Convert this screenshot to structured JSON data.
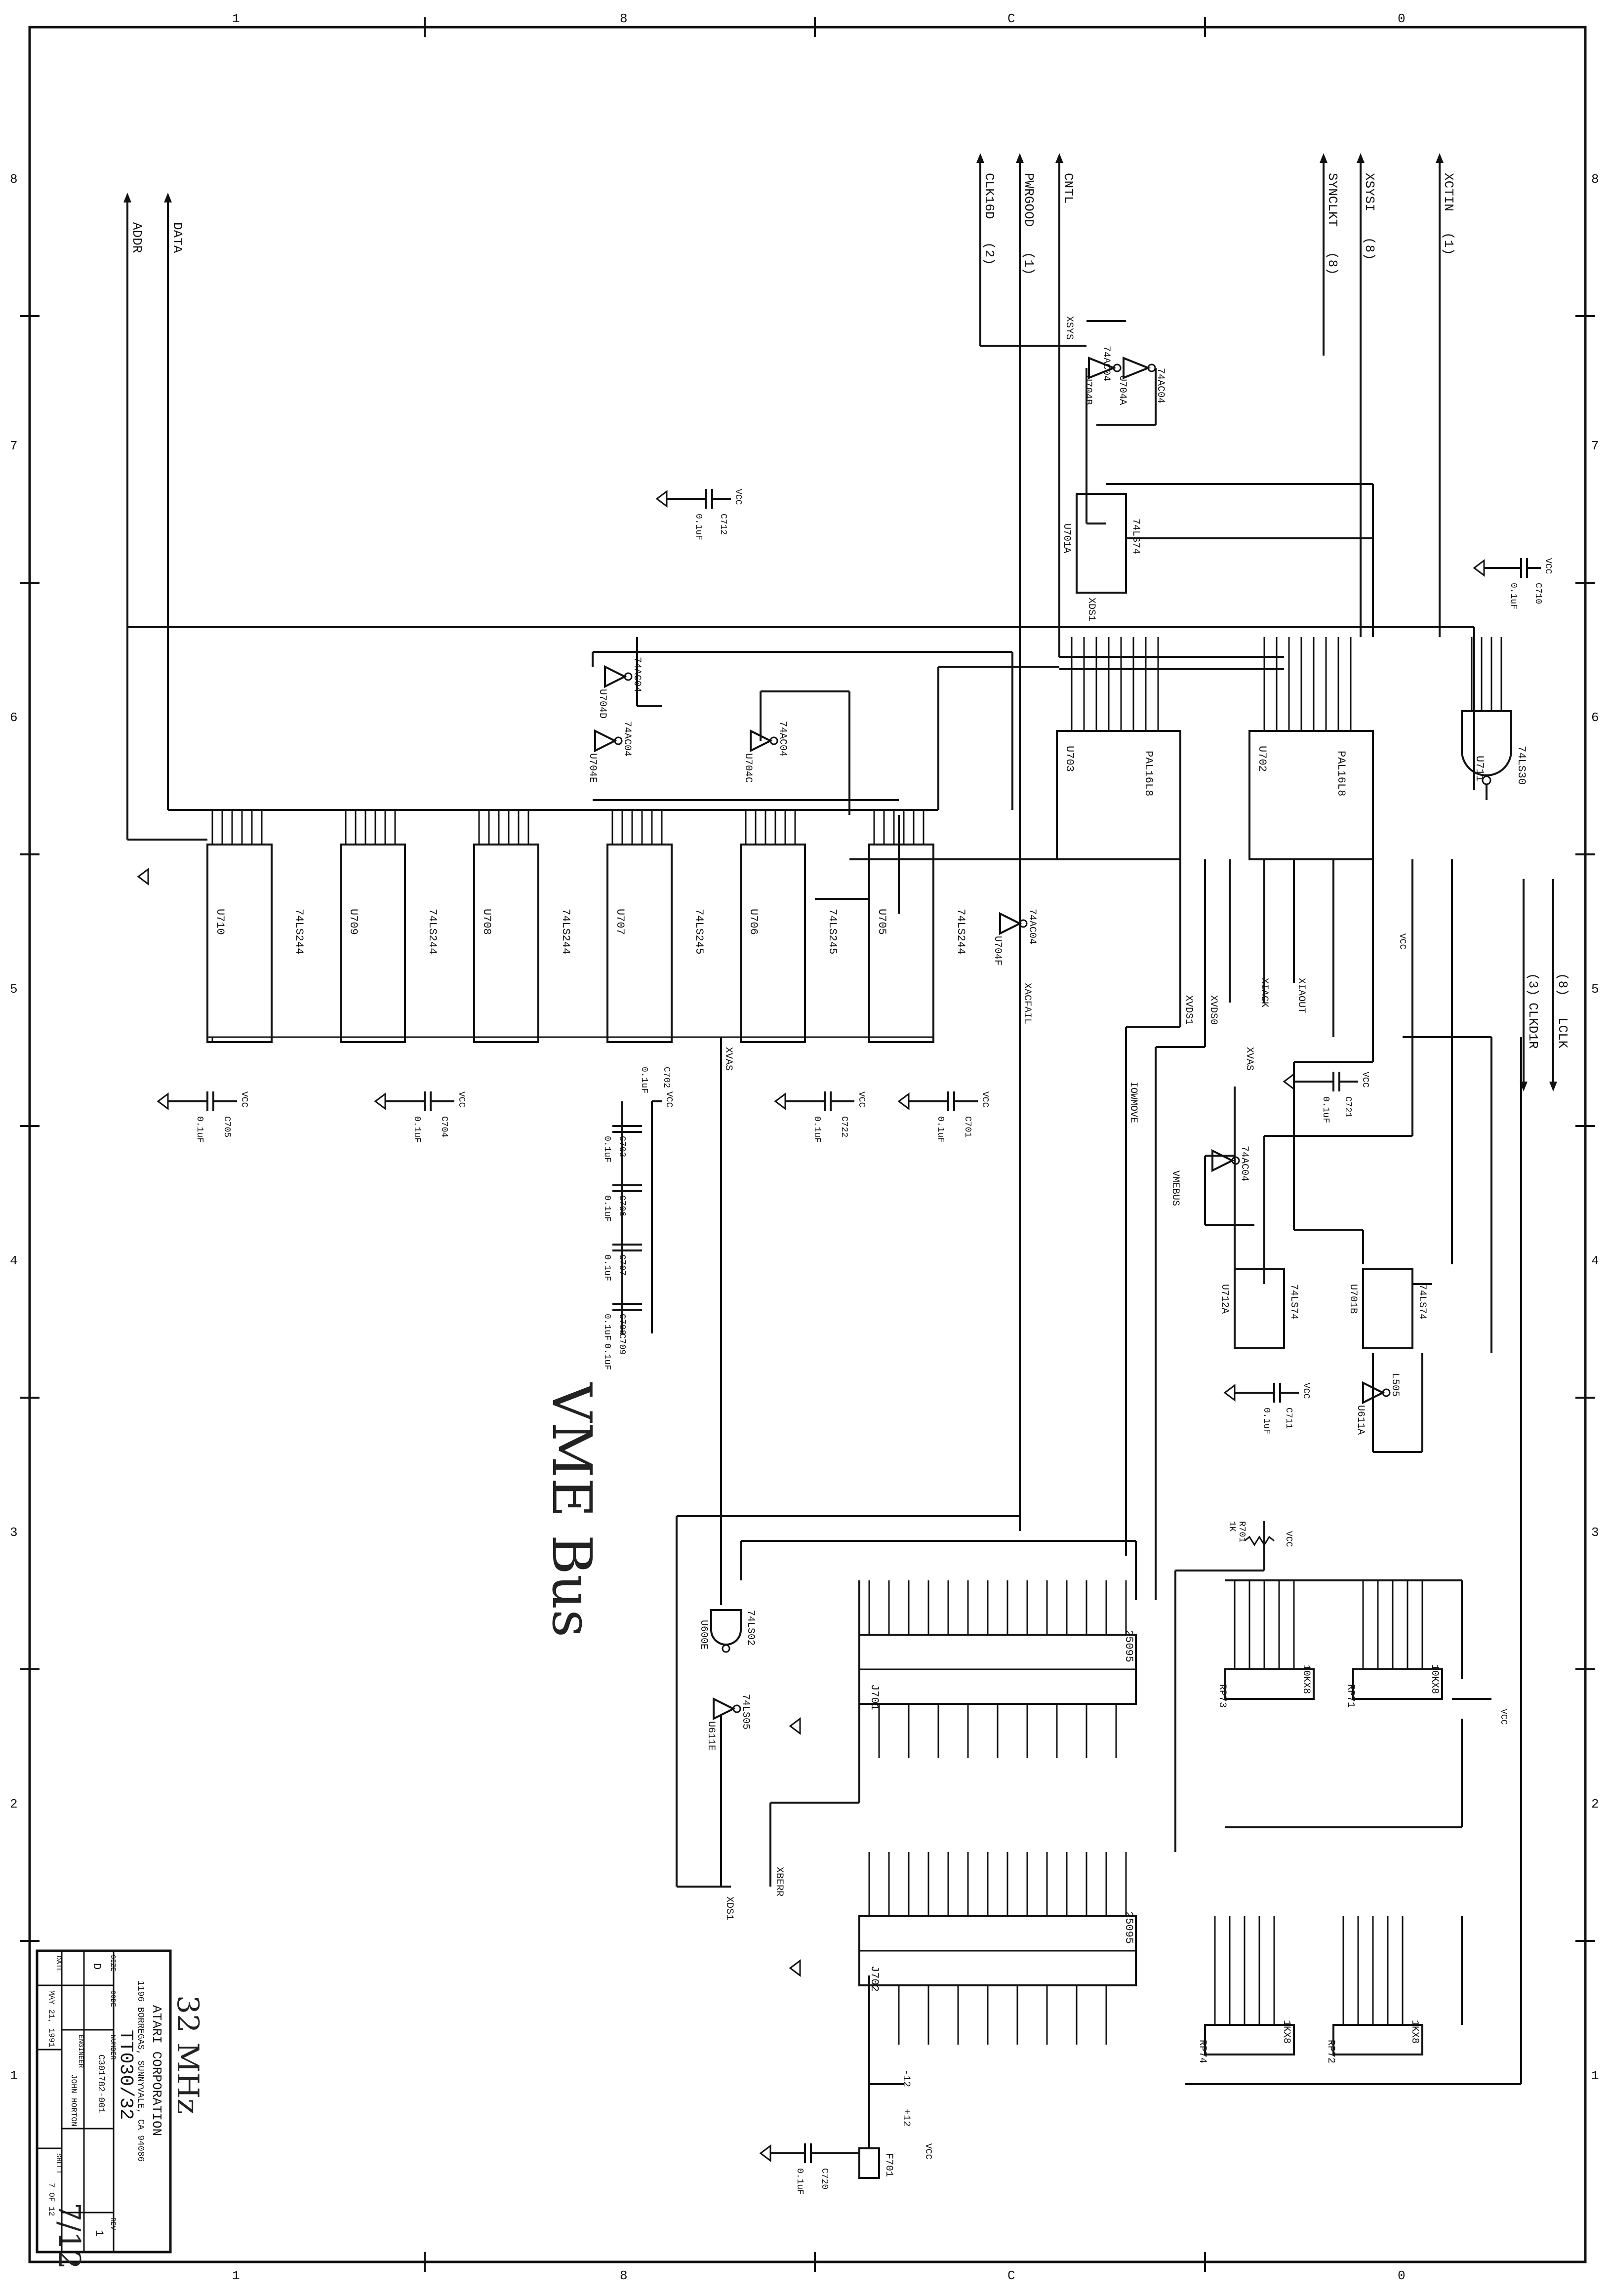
{
  "border": {
    "top_zone_numbers": [
      "1",
      "8",
      "C",
      "0"
    ],
    "bottom_zone_numbers": [
      "1",
      "8",
      "C",
      "0"
    ],
    "side_zone_numbers": [
      "8",
      "7",
      "6",
      "5",
      "4",
      "3",
      "2",
      "1"
    ]
  },
  "signals": [
    {
      "label": "ADDR",
      "suffix": ""
    },
    {
      "label": "DATA",
      "suffix": ""
    },
    {
      "label": "CLK16D",
      "suffix": "(2)"
    },
    {
      "label": "PWRGOOD",
      "suffix": "(1)"
    },
    {
      "label": "CNTL",
      "suffix": ""
    },
    {
      "label": "SYNCLKT",
      "suffix": "(8)"
    },
    {
      "label": "XSYSI",
      "suffix": "(8)"
    },
    {
      "label": "XCTIN",
      "suffix": "(1)"
    },
    {
      "label": "CLKD1R",
      "suffix": "(3)"
    },
    {
      "label": "LCLK",
      "suffix": "(8)"
    }
  ],
  "components": {
    "u701a": {
      "ref": "U701A",
      "type": "74LS74"
    },
    "u701b": {
      "ref": "U701B",
      "type": "74LS74"
    },
    "u702": {
      "ref": "U702",
      "type": "PAL16L8"
    },
    "u703": {
      "ref": "U703",
      "type": "PAL16L8"
    },
    "u704a": {
      "ref": "U704A",
      "type": "74AC04"
    },
    "u704b": {
      "ref": "U704B",
      "type": "74AC04"
    },
    "u704c": {
      "ref": "U704C",
      "type": "74AC04"
    },
    "u704d": {
      "ref": "U704D",
      "type": "74AC04"
    },
    "u704e": {
      "ref": "U704E",
      "type": "74AC04"
    },
    "u704f": {
      "ref": "U704F",
      "type": "74AC04"
    },
    "u705": {
      "ref": "U705",
      "type": "74LS244"
    },
    "u706": {
      "ref": "U706",
      "type": "74LS245"
    },
    "u707": {
      "ref": "U707",
      "type": "74LS245"
    },
    "u708": {
      "ref": "U708",
      "type": "74LS244"
    },
    "u709": {
      "ref": "U709",
      "type": "74LS244"
    },
    "u710": {
      "ref": "U710",
      "type": "74LS244"
    },
    "u711": {
      "ref": "U711",
      "type": "74LS30"
    },
    "u712a": {
      "ref": "U712A",
      "type": "74LS74"
    },
    "u600e": {
      "ref": "U600E",
      "type": "74LS02"
    },
    "u611e": {
      "ref": "U611E",
      "type": "74LS05"
    },
    "u611a": {
      "ref": "U611A",
      "type": "L505"
    },
    "j701": {
      "ref": "J701",
      "type": "25095"
    },
    "j702": {
      "ref": "J702",
      "type": "25095"
    },
    "rp71": {
      "ref": "RP71",
      "type": "10KX8"
    },
    "rp72": {
      "ref": "RP72",
      "type": "1KX8"
    },
    "rp73": {
      "ref": "RP73",
      "type": "10KX8"
    },
    "rp74": {
      "ref": "RP74",
      "type": "1KX8"
    }
  },
  "capacitors": [
    {
      "ref": "C701",
      "value": "0.1uF"
    },
    {
      "ref": "C702",
      "value": "0.1uF"
    },
    {
      "ref": "C703",
      "value": "0.1uF"
    },
    {
      "ref": "C704",
      "value": "0.1uF"
    },
    {
      "ref": "C705",
      "value": "0.1uF"
    },
    {
      "ref": "C706",
      "value": "0.1uF"
    },
    {
      "ref": "C707",
      "value": "0.1uF"
    },
    {
      "ref": "C708",
      "value": "0.1uF"
    },
    {
      "ref": "C709",
      "value": "0.1uF"
    },
    {
      "ref": "C710",
      "value": "0.1uF"
    },
    {
      "ref": "C711",
      "value": "0.1uF"
    },
    {
      "ref": "C712",
      "value": "0.1uF"
    },
    {
      "ref": "C720",
      "value": "0.1uF"
    },
    {
      "ref": "C721",
      "value": "0.1uF"
    },
    {
      "ref": "C722",
      "value": "0.1uF"
    }
  ],
  "power_label": "VCC",
  "net_labels": {
    "vmebus": "VMEBUS",
    "xvas": "XVAS",
    "xberr": "XBERR",
    "xds1": "XDS1",
    "xiack": "XIACK",
    "xiaout": "XIAOUT",
    "xvds1": "XVDS1",
    "xvds0": "XVDS0",
    "xacfail": "XACFAIL",
    "iowmove": "IOWMOVE",
    "xsys": "XSYS",
    "f701": "F701",
    "r701": "R701",
    "r701_value": "1K",
    "plus12": "+12",
    "minus12": "-12"
  },
  "annotations": {
    "title": "VME Bus",
    "speed": "32 MHz",
    "page": "7/12"
  },
  "title_block": {
    "company": "ATARI CORPORATION",
    "address": "1196 BORREGAS, SUNNYVALE, CA 94086",
    "title": "TT030/32",
    "size_label": "SIZE",
    "size": "D",
    "code_label": "CODE",
    "number_label": "NUMBER",
    "number": "C301782-001",
    "rev_label": "REV",
    "rev": "1",
    "engineer_label": "ENGINEER",
    "engineer": "JOHN HORTON",
    "date_label": "DATE",
    "date": "MAY 21, 1991",
    "sheet_label": "SHEET",
    "sheet": "7 OF 12"
  }
}
